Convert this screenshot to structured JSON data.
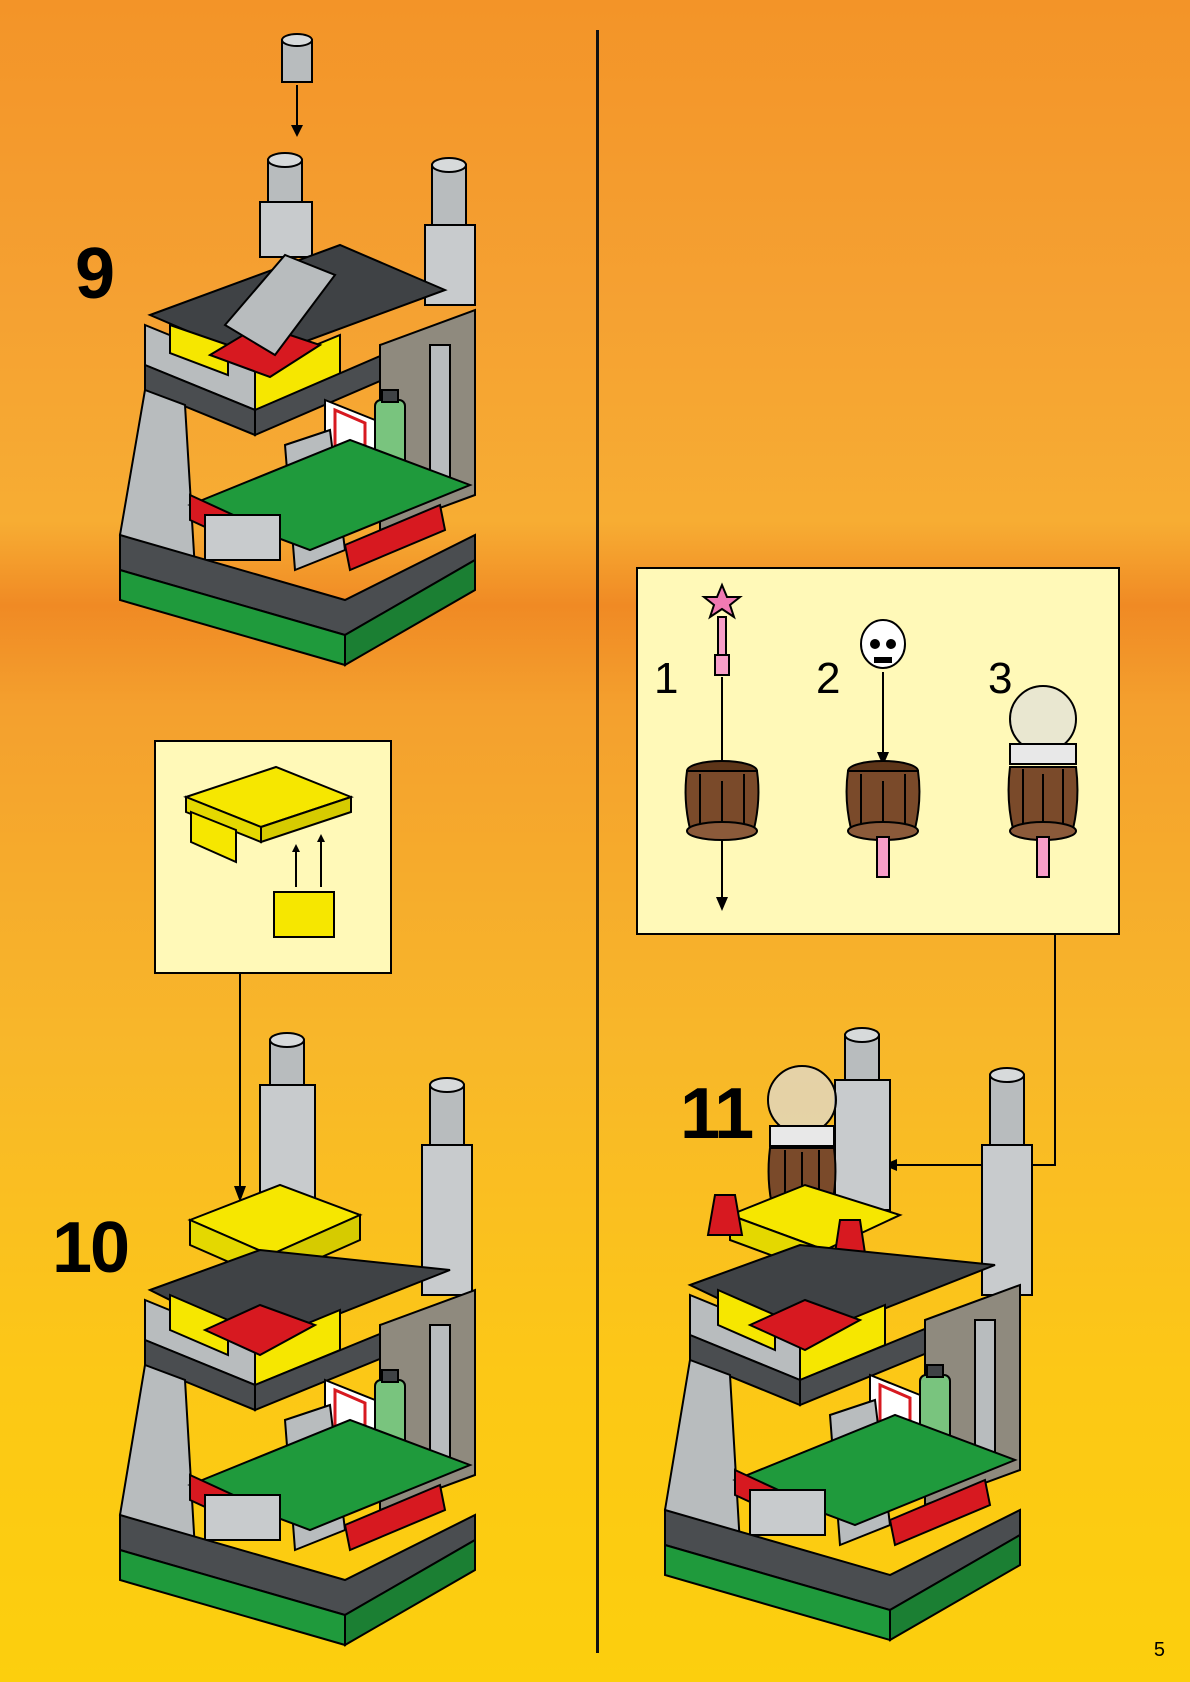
{
  "page": {
    "page_number": "5"
  },
  "steps": [
    {
      "id": "step-9",
      "number": "9"
    },
    {
      "id": "step-10",
      "number": "10"
    },
    {
      "id": "step-11",
      "number": "11"
    }
  ],
  "subassembly_right": {
    "substeps": [
      "1",
      "2",
      "3"
    ]
  },
  "colors": {
    "background_top": "#f39428",
    "background_bottom": "#fccf0d",
    "panel": "#fff9b8",
    "brick_gray": "#b8bcbe",
    "brick_dark": "#4a4d50",
    "brick_green": "#1f9a3c",
    "brick_red": "#d71920",
    "brick_yellow": "#f6e700",
    "barrel_brown": "#7a4a2a"
  }
}
